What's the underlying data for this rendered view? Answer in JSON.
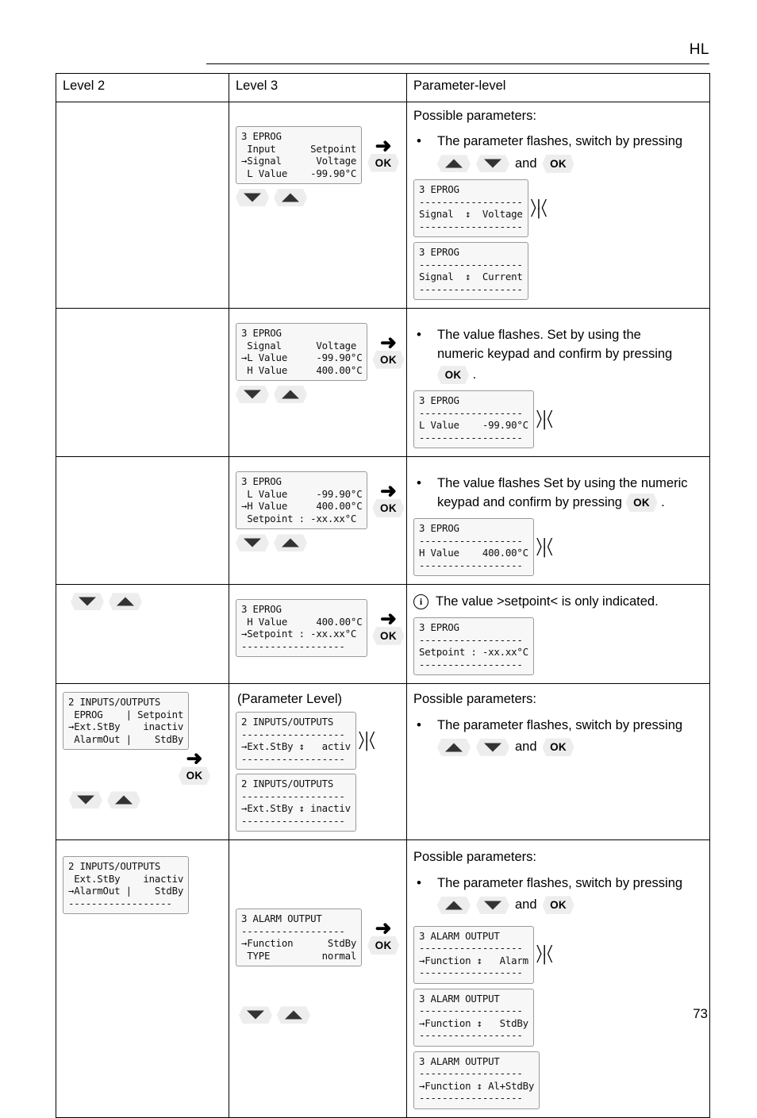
{
  "header": {
    "title": "HL"
  },
  "page_number": "73",
  "columns": {
    "level2": "Level 2",
    "level3": "Level 3",
    "parameter": "Parameter-level"
  },
  "labels": {
    "possible_parameters": "Possible parameters:",
    "parameter_level": "(Parameter Level)",
    "and": "and",
    "ok": "OK",
    "bullet": "•",
    "arrow": "➜",
    "info": "i",
    "period": ".",
    "flash_top": "\\|/",
    "flash_bottom": "/|\\",
    "dash_line": "------------------"
  },
  "texts": {
    "param_flashes": "The parameter flashes, switch by pressing",
    "value_flashes_period": "The value flashes. Set by using the",
    "value_flashes_period2": "numeric keypad and confirm by pressing",
    "value_flashes_nodot": "The value flashes Set by using the numeric",
    "value_flashes_nodot2": "keypad and confirm by pressing",
    "setpoint_indicated": "The value >setpoint< is only indicated."
  },
  "rows": [
    {
      "id": "row-eprog-signal",
      "level3_lcd": [
        "3 EPROG",
        " Input      Setpoint",
        "→Signal      Voltage",
        " L Value    -99.90°C"
      ],
      "param_lcds": [
        {
          "lines": [
            "3 EPROG",
            "------------------",
            "Signal  ↕  Voltage",
            "------------------"
          ],
          "flash": true
        },
        {
          "lines": [
            "3 EPROG",
            "------------------",
            "Signal  ↕  Current",
            "------------------"
          ],
          "flash": false
        }
      ]
    },
    {
      "id": "row-eprog-lvalue",
      "level3_lcd": [
        "3 EPROG",
        " Signal      Voltage",
        "→L Value     -99.90°C",
        " H Value     400.00°C"
      ],
      "param_lcds": [
        {
          "lines": [
            "3 EPROG",
            "------------------",
            "L Value    -99.90°C",
            "------------------"
          ],
          "flash": true
        }
      ]
    },
    {
      "id": "row-eprog-hvalue",
      "level3_lcd": [
        "3 EPROG",
        " L Value     -99.90°C",
        "→H Value     400.00°C",
        " Setpoint : -xx.xx°C"
      ],
      "param_lcds": [
        {
          "lines": [
            "3 EPROG",
            "------------------",
            "H Value    400.00°C",
            "------------------"
          ],
          "flash": true
        }
      ]
    },
    {
      "id": "row-eprog-setpoint",
      "level3_lcd": [
        "3 EPROG",
        " H Value     400.00°C",
        "→Setpoint : -xx.xx°C",
        "------------------"
      ],
      "param_lcds": [
        {
          "lines": [
            "3 EPROG",
            "------------------",
            "Setpoint : -xx.xx°C",
            "------------------"
          ],
          "flash": false
        }
      ]
    },
    {
      "id": "row-inputs-extstby",
      "level2_lcd": [
        "2 INPUTS/OUTPUTS",
        " EPROG    | Setpoint",
        "→Ext.StBy    inactiv",
        " AlarmOut |    StdBy"
      ],
      "param_lcds": [
        {
          "lines": [
            "2 INPUTS/OUTPUTS",
            "------------------",
            "→Ext.StBy ↕   activ",
            "------------------"
          ],
          "flash": true
        },
        {
          "lines": [
            "2 INPUTS/OUTPUTS",
            "------------------",
            "→Ext.StBy ↕ inactiv",
            "------------------"
          ],
          "flash": false
        }
      ]
    },
    {
      "id": "row-alarm-output",
      "level2_lcd": [
        "2 INPUTS/OUTPUTS",
        " Ext.StBy    inactiv",
        "→AlarmOut |    StdBy",
        "------------------"
      ],
      "level3_lcd": [
        "3 ALARM OUTPUT",
        "------------------",
        "→Function      StdBy",
        " TYPE         normal"
      ],
      "param_lcds": [
        {
          "lines": [
            "3 ALARM OUTPUT",
            "------------------",
            "→Function ↕   Alarm",
            "------------------"
          ],
          "flash": true
        },
        {
          "lines": [
            "3 ALARM OUTPUT",
            "------------------",
            "→Function ↕   StdBy",
            "------------------"
          ],
          "flash": false
        },
        {
          "lines": [
            "3 ALARM OUTPUT",
            "------------------",
            "→Function ↕ Al+StdBy",
            "------------------"
          ],
          "flash": false
        }
      ]
    }
  ]
}
